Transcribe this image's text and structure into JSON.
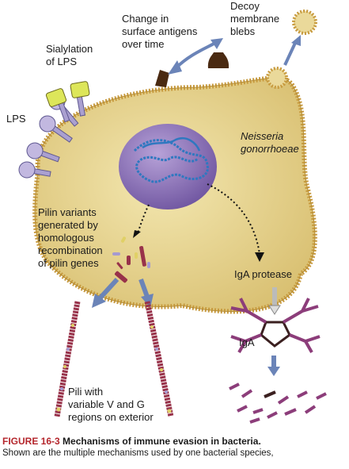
{
  "labels": {
    "change_antigens": [
      "Change in",
      "surface antigens",
      "over time"
    ],
    "decoy_blebs": [
      "Decoy",
      "membrane",
      "blebs"
    ],
    "sialylation": [
      "Sialylation",
      "of LPS"
    ],
    "lps": "LPS",
    "species": [
      "Neisseria",
      "gonorrhoeae"
    ],
    "pilin_variants": [
      "Pilin variants",
      "generated by",
      "homologous",
      "recombination",
      "of pilin genes"
    ],
    "iga_protease": "IgA protease",
    "iga": "IgA",
    "pili": [
      "Pili with",
      "variable V and G",
      "regions on exterior"
    ]
  },
  "caption": {
    "figure_number": "FIGURE 16-3",
    "figure_title": "Mechanisms of immune evasion in bacteria.",
    "text": "Shown are the multiple mechanisms used by one bacterial species,"
  },
  "colors": {
    "cell_fill": "#e8d68c",
    "membrane": "#c79a3e",
    "nucleoid_fill": "#8e70b8",
    "dna": "#2f78c0",
    "lps_fill": "#aaa0d0",
    "sialic_acid": "#dde65a",
    "pilin_rod": "#98324a",
    "iga": "#8c3d7a",
    "arrow_blue": "#6b84b8",
    "figure_number": "#b4262c"
  }
}
